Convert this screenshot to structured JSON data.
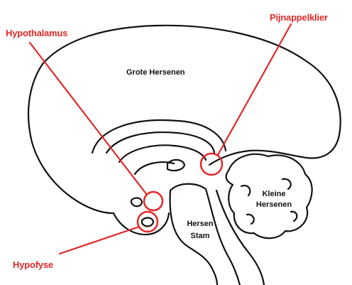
{
  "diagram": {
    "labels": {
      "hypothalamus": "Hypothalamus",
      "pijnappelklier": "Pijnappelklier",
      "hypofyse": "Hypofyse",
      "grote_hersenen": "Grote Hersenen",
      "kleine_hersenen_line1": "Kleine",
      "kleine_hersenen_line2": "Hersenen",
      "hersenstam_line1": "Hersen",
      "hersenstam_line2": "Stam"
    },
    "colors": {
      "highlight": "#e02828",
      "outline": "#111111",
      "background": "#ffffff"
    }
  }
}
